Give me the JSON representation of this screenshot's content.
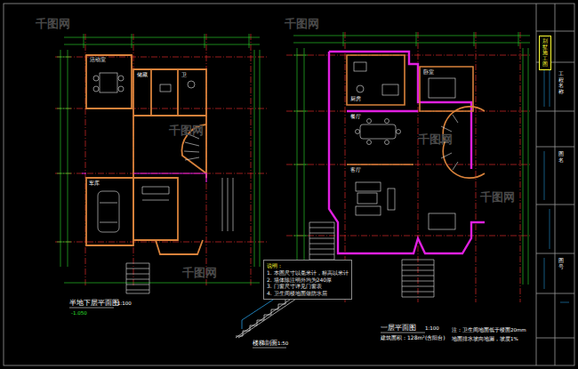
{
  "diagram": {
    "nodes": [
      {
        "text": [
          "说明：",
          "1. 本图尺寸以毫米计，标高以米计",
          "2. 墙体除注明外均为240厚",
          "3. 门窗尺寸详见门窗表",
          "4. 卫生间楼地面做防水层"
        ]
      },
      {
        "text": [
          "别墅施工图"
        ]
      }
    ],
    "labels": [
      "半地下层平面图",
      "1:100",
      "-1.050",
      "楼梯剖面",
      "1:50",
      "一层平面图",
      "1:100",
      "建筑面积：128m²",
      "(含阳台)",
      "注：卫生间地面低于楼面20mm",
      "地面排水坡向地漏，坡度1%",
      "活动室",
      "储藏",
      "卫",
      "车库",
      "厨房",
      "卧室",
      "餐厅",
      "客厅",
      "工程名称",
      "图名",
      "图号",
      "千图网",
      "千图网",
      "千图网",
      "千图网",
      "千图网",
      "千图网"
    ]
  }
}
